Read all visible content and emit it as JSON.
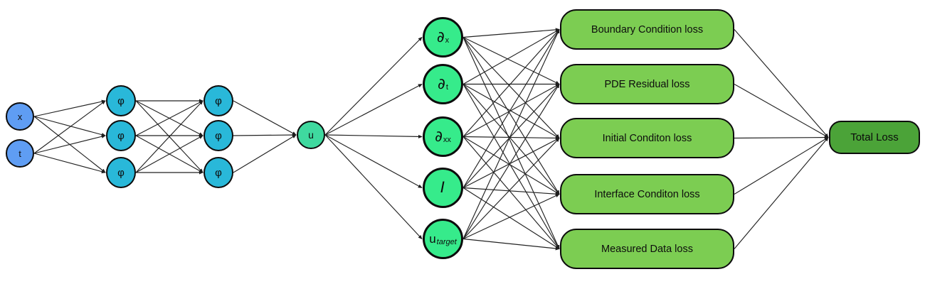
{
  "colors": {
    "input": "#5f9df3",
    "hidden": "#29b8d9",
    "output": "#3fd99f",
    "operator": "#36eb8b",
    "loss": "#7ccd52",
    "total": "#4ba338",
    "edge": "#222222",
    "node_border": "#0c0c0c"
  },
  "nodes": {
    "input_x": "x",
    "input_t": "t",
    "h1": [
      "φ",
      "φ",
      "φ"
    ],
    "h2": [
      "φ",
      "φ",
      "φ"
    ],
    "u": "u"
  },
  "operators": [
    {
      "main": "∂",
      "sub": "x"
    },
    {
      "main": "∂",
      "sub": "t"
    },
    {
      "main": "∂",
      "sub": "xx"
    },
    {
      "main": "I",
      "sub": ""
    },
    {
      "main": "u",
      "sub": "target"
    }
  ],
  "loss_boxes": [
    "Boundary Condition loss",
    "PDE Residual loss",
    "Initial Conditon loss",
    "Interface Conditon loss",
    "Measured Data loss"
  ],
  "total_loss": "Total Loss",
  "edges": [
    {
      "from": [
        "node-input-x",
        "node-input-t"
      ],
      "to": [
        "node-h1-0",
        "node-h1-1",
        "node-h1-2"
      ]
    },
    {
      "from": [
        "node-h1-0",
        "node-h1-1",
        "node-h1-2"
      ],
      "to": [
        "node-h2-0",
        "node-h2-1",
        "node-h2-2"
      ]
    },
    {
      "from": [
        "node-h2-0",
        "node-h2-1",
        "node-h2-2"
      ],
      "to": [
        "node-u"
      ]
    },
    {
      "from": [
        "node-u"
      ],
      "to": [
        "node-op-0",
        "node-op-1",
        "node-op-2",
        "node-op-3",
        "node-op-4"
      ]
    },
    {
      "from": [
        "node-op-0",
        "node-op-1",
        "node-op-2",
        "node-op-3",
        "node-op-4"
      ],
      "to": [
        "box-0",
        "box-1",
        "box-2",
        "box-3",
        "box-4"
      ]
    },
    {
      "from": [
        "box-0",
        "box-1",
        "box-2",
        "box-3",
        "box-4"
      ],
      "to": [
        "box-total"
      ]
    }
  ]
}
